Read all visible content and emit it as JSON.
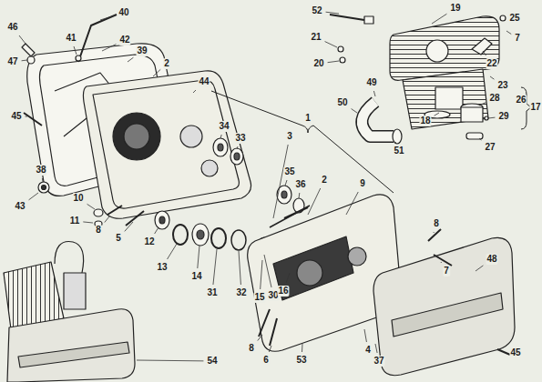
{
  "diagram": {
    "labels": [
      "40",
      "52",
      "19",
      "25",
      "46",
      "41",
      "42",
      "7",
      "21",
      "20",
      "22",
      "39",
      "2",
      "47",
      "44",
      "23",
      "49",
      "17",
      "26",
      "28",
      "50",
      "29",
      "45",
      "34",
      "33",
      "3",
      "1",
      "18",
      "27",
      "51",
      "35",
      "36",
      "2",
      "9",
      "38",
      "10",
      "11",
      "8",
      "5",
      "12",
      "13",
      "14",
      "31",
      "32",
      "30",
      "15",
      "16",
      "8",
      "7",
      "48",
      "43",
      "8",
      "6",
      "53",
      "4",
      "37",
      "45",
      "54"
    ]
  }
}
